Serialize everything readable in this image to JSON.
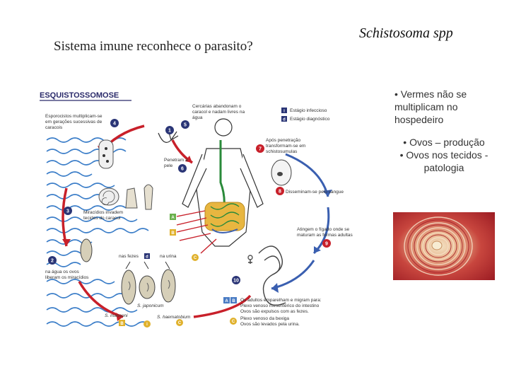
{
  "slide": {
    "left_title": "Sistema imune reconhece o parasito?",
    "right_title": "Schistosoma spp",
    "bullet1": "• Vermes não se multiplicam no hospedeiro",
    "bullet2_line1": "• Ovos – produção",
    "bullet2_line2": "• Ovos nos tecidos - patologia"
  },
  "diagram": {
    "title": "ESQUISTOSSOMOSE",
    "legend_i": "Estágio infeccioso",
    "legend_d": "Estágio diagnóstico",
    "step1_letter": "i",
    "step_numbers": [
      "1",
      "2",
      "3",
      "4",
      "5",
      "6",
      "7",
      "8",
      "9",
      "10"
    ],
    "step4_text_1": "Esporocistos multiplicam-se",
    "step4_text_2": "em gerações sucessivas de",
    "step4_text_3": "caracois",
    "step5_text_1": "Cercárias abandonam o",
    "step5_text_2": "caracol e nadam livres na",
    "step5_text_3": "água",
    "step6_text_1": "Penetram a",
    "step6_text_2": "pele",
    "step7_text_1": "Após penetração",
    "step7_text_2": "transformam-se em",
    "step7_text_3": "schistosumulas",
    "step8_text": "Disseminam-se pelo sangue",
    "step9_text_1": "Atingem o fígado onde se",
    "step9_text_2": "maturam as formas adultas",
    "step3_text_1": "Miracídios invadem",
    "step3_text_2": "tecidos do caracol",
    "step2_text_1": "na água os ovos",
    "step2_text_2": "liberam os miracídios",
    "feces_label": "nas fezes",
    "urine_label": "na urina",
    "tag_a": "A",
    "tag_b": "B",
    "tag_c": "C",
    "tag_d": "d",
    "species_mansoni": "S. mansoni",
    "species_japonicum": "S. japonicum",
    "species_haematobium": "S. haematobium",
    "step10_ab_1": "Os adultos emparelham e migram para:",
    "step10_ab_2": "Plexo venoso mesentérico do intestino",
    "step10_ab_3": "Ovos são expulsos com as fezes.",
    "step10_c_1": "Plexo venoso da bexiga",
    "step10_c_2": "Ovos são levados pela urina."
  },
  "colors": {
    "arrow_red": "#c8202a",
    "arrow_blue": "#3a5fb0",
    "water_blue": "#3a7dc8",
    "tag_blue": "#4a7cc4",
    "tag_green": "#6ab04c",
    "tag_yellow": "#e0b12c",
    "tag_navy": "#2a3576"
  }
}
